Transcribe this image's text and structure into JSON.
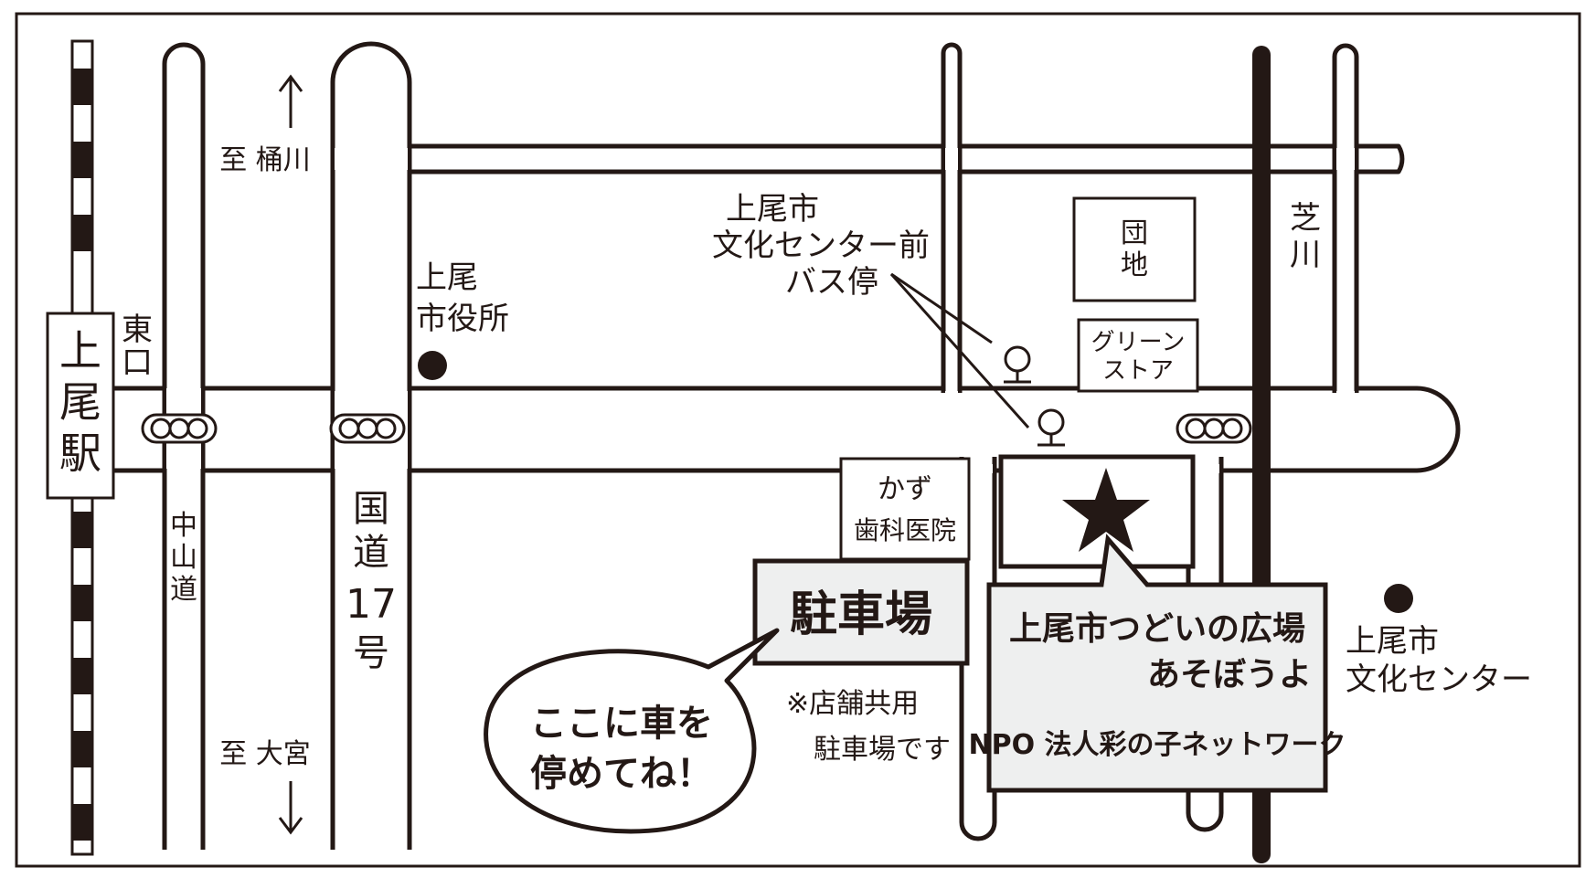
{
  "labels": {
    "to_okegawa": "至 桶川",
    "to_omiya": "至 大宮",
    "ageo_station": [
      "上",
      "尾",
      "駅"
    ],
    "east_exit": [
      "東",
      "口"
    ],
    "nakasendo": [
      "中",
      "山",
      "道"
    ],
    "route17": [
      "国",
      "道",
      "17",
      "号"
    ],
    "city_hall": [
      "上尾",
      "市役所"
    ],
    "bus_stop": [
      "上尾市",
      "文化センター前",
      "バス停"
    ],
    "danchi": [
      "団",
      "地"
    ],
    "green_store": [
      "グリーン",
      "ストア"
    ],
    "shiba_river": [
      "芝",
      "川"
    ],
    "kazu_dental": [
      "かず",
      "歯科医院"
    ],
    "parking": "駐車場",
    "parking_note": [
      "※店舗共用",
      "駐車場です"
    ],
    "bubble": [
      "ここに車を",
      "停めてね！"
    ],
    "venue": {
      "line1": "上尾市つどいの広場",
      "line2": "あそぼうよ",
      "line3": "NPO 法人彩の子ネットワーク"
    },
    "culture_center": [
      "上尾市",
      "文化センター"
    ]
  },
  "colors": {
    "ink": "#231815",
    "fill_highlight": "#eeefef",
    "background": "#ffffff"
  },
  "icons": [
    "north-arrow-icon",
    "south-arrow-icon",
    "traffic-signal-icon",
    "bus-stop-icon",
    "star-icon",
    "landmark-dot-icon"
  ]
}
